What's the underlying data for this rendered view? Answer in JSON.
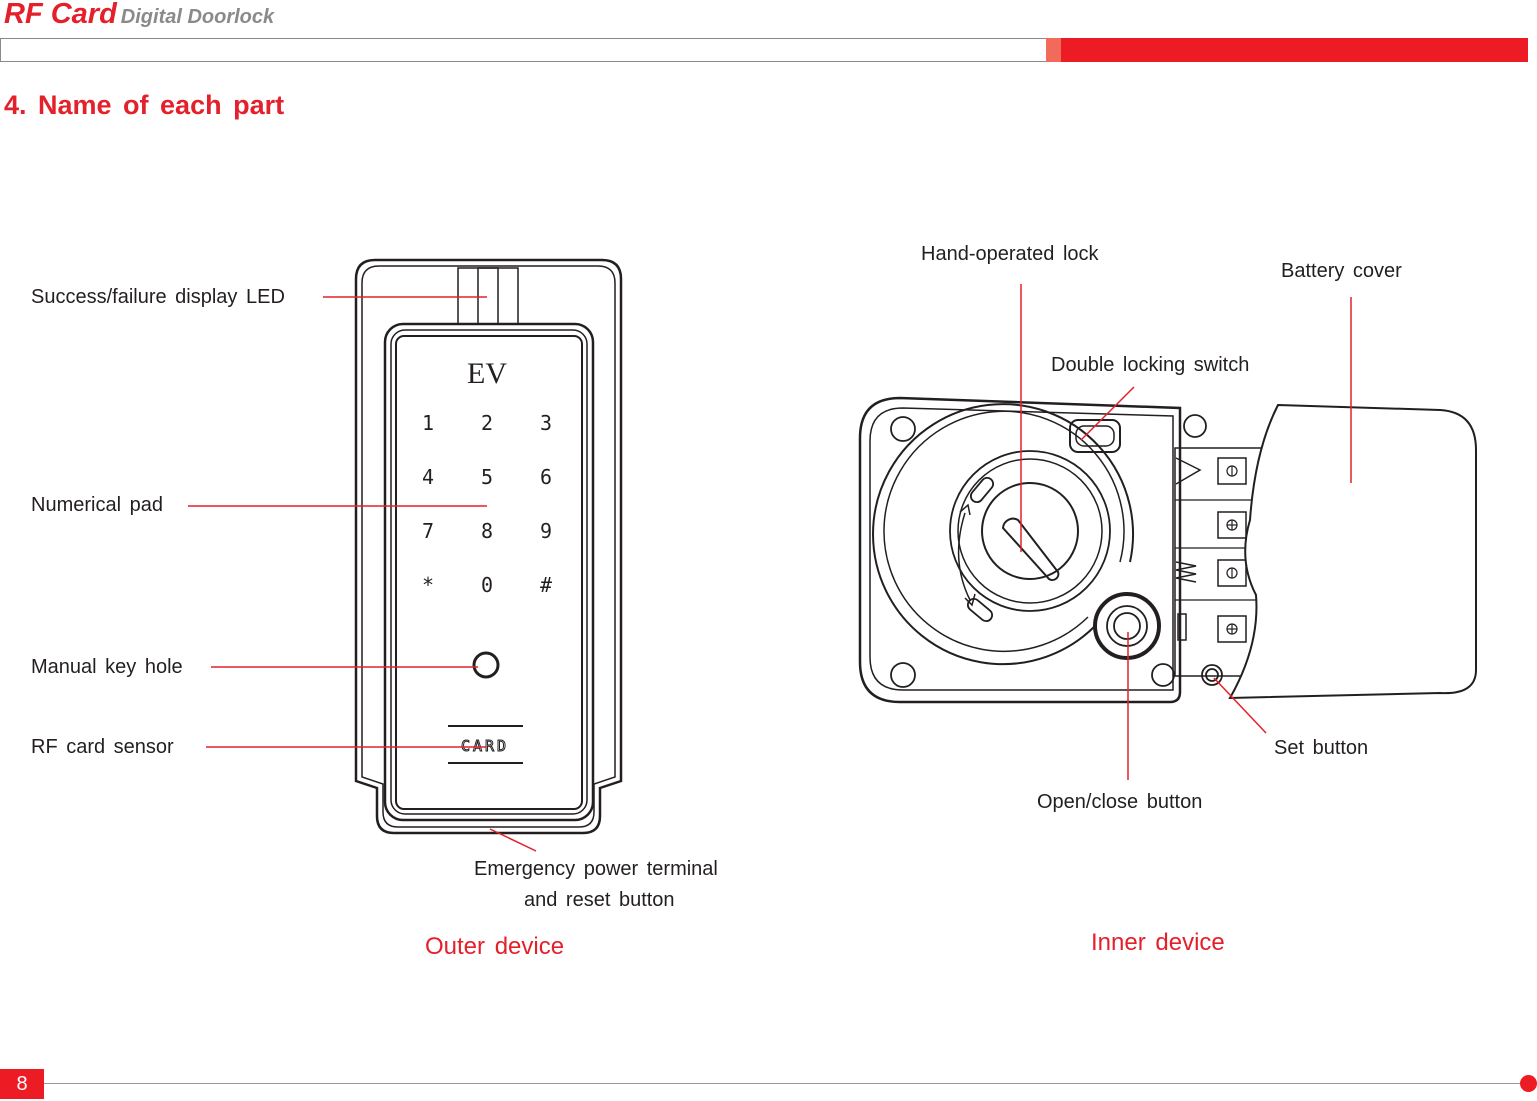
{
  "header": {
    "brand_main": "RF Card",
    "brand_sub": "Digital Doorlock"
  },
  "section": {
    "title": "4. Name of each part"
  },
  "outer_device": {
    "caption": "Outer device",
    "logo": "EV",
    "keypad": [
      "1",
      "2",
      "3",
      "4",
      "5",
      "6",
      "7",
      "8",
      "9",
      "*",
      "0",
      "#"
    ],
    "card_text": "CARD",
    "labels": {
      "led": "Success/failure display LED",
      "pad": "Numerical pad",
      "keyhole": "Manual key hole",
      "rf_sensor": "RF card sensor",
      "emergency_line1": "Emergency power terminal",
      "emergency_line2": "and reset button"
    }
  },
  "inner_device": {
    "caption": "Inner device",
    "labels": {
      "hand_lock": "Hand-operated lock",
      "battery_cover": "Battery cover",
      "double_switch": "Double locking switch",
      "set_button": "Set button",
      "open_close": "Open/close button"
    }
  },
  "footer": {
    "page_number": "8"
  },
  "colors": {
    "accent": "#e4202b",
    "line": "#231f20",
    "header_gray": "#8a8a8a"
  }
}
